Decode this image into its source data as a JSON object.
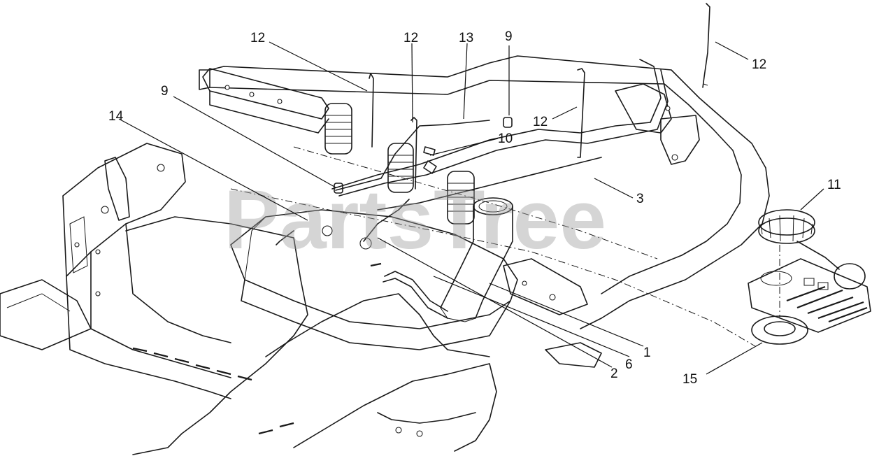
{
  "watermark": "PartsTree",
  "callouts": [
    {
      "id": "c12a",
      "label": "12"
    },
    {
      "id": "c12b",
      "label": "12"
    },
    {
      "id": "c13",
      "label": "13"
    },
    {
      "id": "c9a",
      "label": "9"
    },
    {
      "id": "c12c",
      "label": "12"
    },
    {
      "id": "c9b",
      "label": "9"
    },
    {
      "id": "c14",
      "label": "14"
    },
    {
      "id": "c10",
      "label": "10"
    },
    {
      "id": "c12d",
      "label": "12"
    },
    {
      "id": "c3",
      "label": "3"
    },
    {
      "id": "c11",
      "label": "11"
    },
    {
      "id": "c1",
      "label": "1"
    },
    {
      "id": "c6",
      "label": "6"
    },
    {
      "id": "c2",
      "label": "2"
    },
    {
      "id": "c15",
      "label": "15"
    }
  ]
}
